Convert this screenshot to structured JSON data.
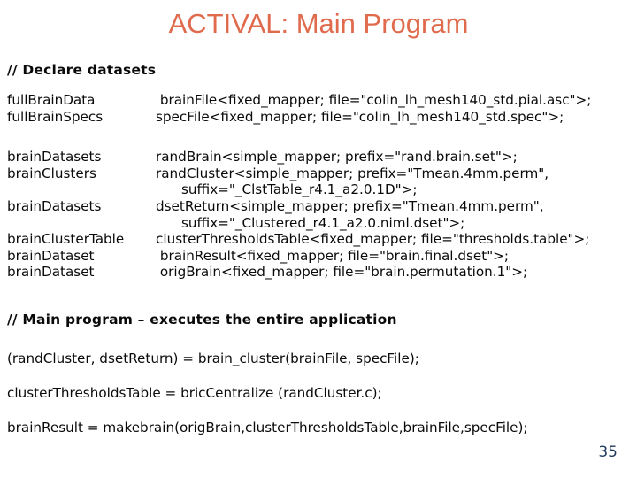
{
  "slide": {
    "title": "ACTIVAL: Main Program",
    "page_number": "35"
  },
  "colors": {
    "title": "#e06a4c",
    "body_text": "#0a0a0a",
    "page_number": "#1f3a5f",
    "background": "#ffffff"
  },
  "declare_section": {
    "heading": "// Declare datasets",
    "rows": [
      {
        "label": "fullBrainData",
        "code": " brainFile<fixed_mapper; file=\"colin_lh_mesh140_std.pial.asc\">;"
      },
      {
        "label": "fullBrainSpecs",
        "code": "specFile<fixed_mapper; file=\"colin_lh_mesh140_std.spec\">;"
      },
      {
        "label": "brainDatasets",
        "code": "randBrain<simple_mapper; prefix=\"rand.brain.set\">;"
      },
      {
        "label": "brainClusters",
        "code": "randCluster<simple_mapper; prefix=\"Tmean.4mm.perm\","
      },
      {
        "label": "",
        "code": "      suffix=\"_ClstTable_r4.1_a2.0.1D\">;"
      },
      {
        "label": "brainDatasets",
        "code": "dsetReturn<simple_mapper; prefix=\"Tmean.4mm.perm\","
      },
      {
        "label": "",
        "code": "      suffix=\"_Clustered_r4.1_a2.0.niml.dset\">;"
      },
      {
        "label": "brainClusterTable",
        "code": "clusterThresholdsTable<fixed_mapper; file=\"thresholds.table\">;"
      },
      {
        "label": "brainDataset",
        "code": " brainResult<fixed_mapper; file=\"brain.final.dset\">;"
      },
      {
        "label": "brainDataset",
        "code": " origBrain<fixed_mapper; file=\"brain.permutation.1\">;"
      }
    ]
  },
  "main_section": {
    "heading": "// Main program – executes the entire application",
    "statements": [
      "(randCluster, dsetReturn) = brain_cluster(brainFile, specFile);",
      "clusterThresholdsTable = bricCentralize (randCluster.c);",
      "brainResult = makebrain(origBrain,clusterThresholdsTable,brainFile,specFile);"
    ]
  }
}
